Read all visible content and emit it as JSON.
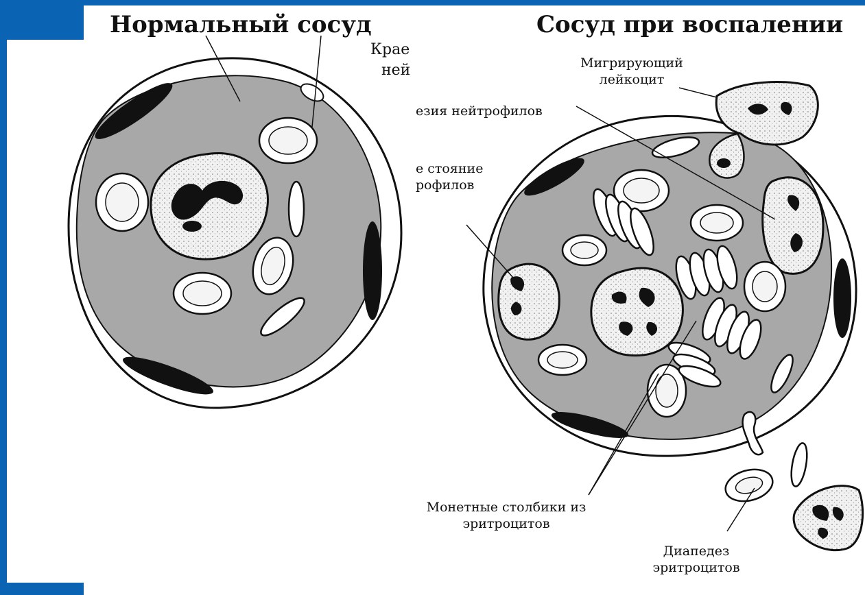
{
  "titles": {
    "normal_vessel": "Нормальный сосуд",
    "inflamed_vessel": "Сосуд при воспалении"
  },
  "labels": {
    "marginal_top_line1": "Крае",
    "marginal_top_line2": "ней",
    "neutrophil_adhesion": "езия нейтрофилов",
    "marginal_standing_line1": "е стояние",
    "marginal_standing_line2": "рофилов",
    "migrating_leukocyte_line1": "Мигрирующий",
    "migrating_leukocyte_line2": "лейкоцит",
    "coin_columns_line1": "Монетные столбики из",
    "coin_columns_line2": "эритроцитов",
    "diapedesis_line1": "Диапедез",
    "diapedesis_line2": "эритроцитов"
  },
  "colors": {
    "frame_blue": "#0a63b3",
    "plasma_gray": "#a8a8a8",
    "cell_fill": "#f2f2f2",
    "nucleus": "#111111"
  }
}
